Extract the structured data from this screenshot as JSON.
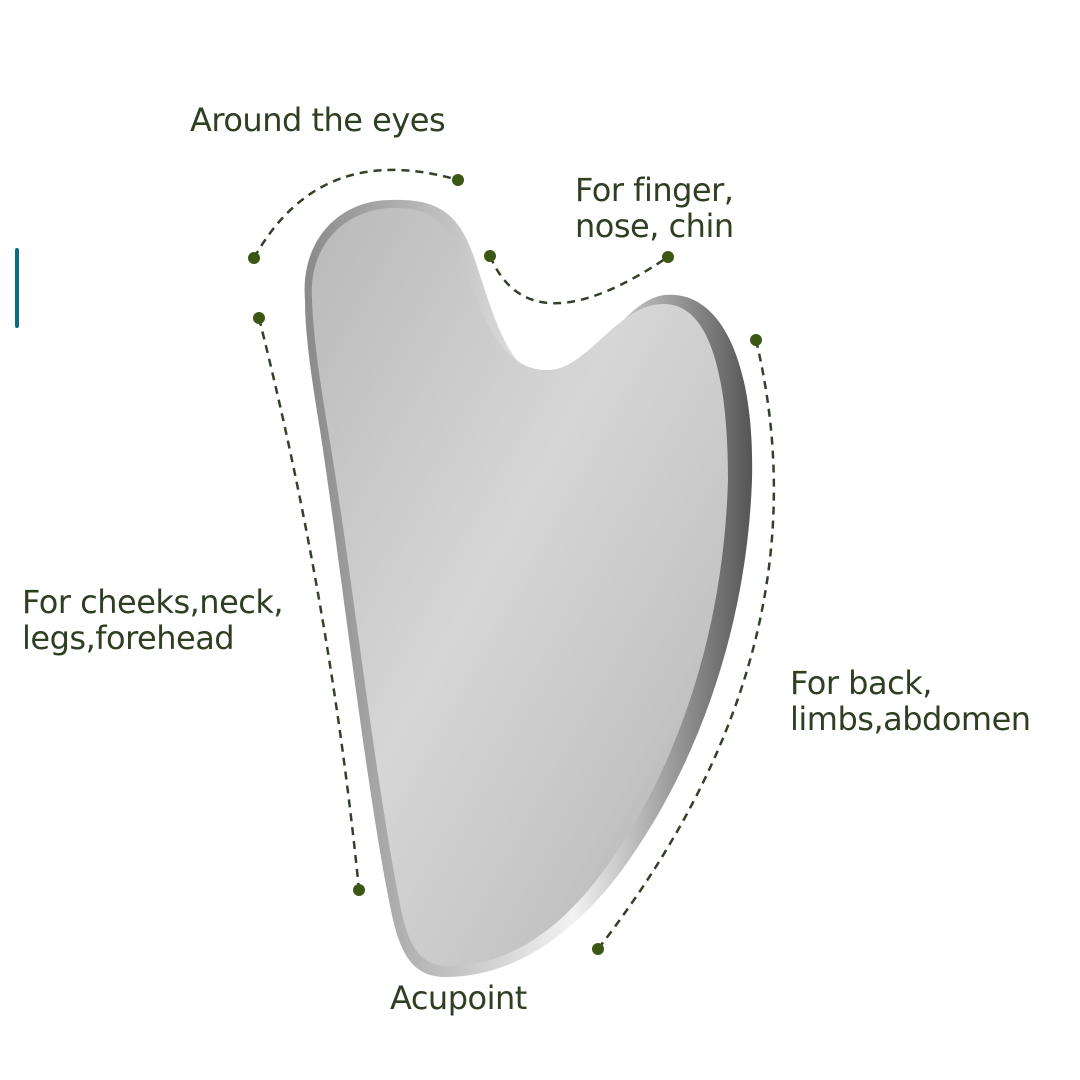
{
  "labels": {
    "eyes": "Around the eyes",
    "finger_line1": "For finger,",
    "finger_line2": "nose, chin",
    "cheeks_line1": "For cheeks,neck,",
    "cheeks_line2": "legs,forehead",
    "back_line1": "For back,",
    "back_line2": "limbs,abdomen",
    "acupoint": "Acupoint"
  },
  "colors": {
    "text": "#2f3f22",
    "dot": "#3b5714",
    "dash": "#33402a",
    "accent_bar": "#0a6b84"
  }
}
